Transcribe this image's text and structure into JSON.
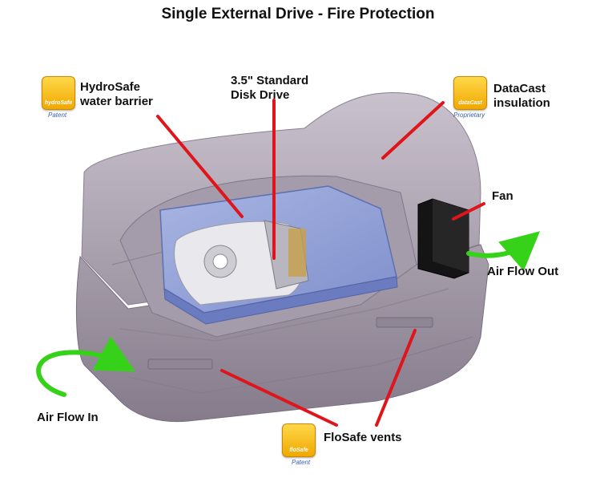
{
  "title": "Single External Drive - Fire Protection",
  "labels": {
    "hydrosafe": "HydroSafe\nwater barrier",
    "disk": "3.5\" Standard\nDisk Drive",
    "datacast": "DataCast\ninsulation",
    "fan": "Fan",
    "airflow_out": "Air Flow Out",
    "airflow_in": "Air Flow In",
    "flosafe": "FloSafe vents"
  },
  "badges": {
    "hydrosafe": {
      "logo_text": "hydroSafe",
      "tag": "Patent"
    },
    "datacast": {
      "logo_text": "dataCast",
      "tag": "Proprietary"
    },
    "flosafe": {
      "logo_text": "floSafe",
      "tag": "Patent"
    }
  },
  "colors": {
    "pointer": "#e0141b",
    "arrow": "#36d21a",
    "housing": "#b7aeba",
    "drive": "#8f9fd6",
    "fan": "#111111"
  }
}
